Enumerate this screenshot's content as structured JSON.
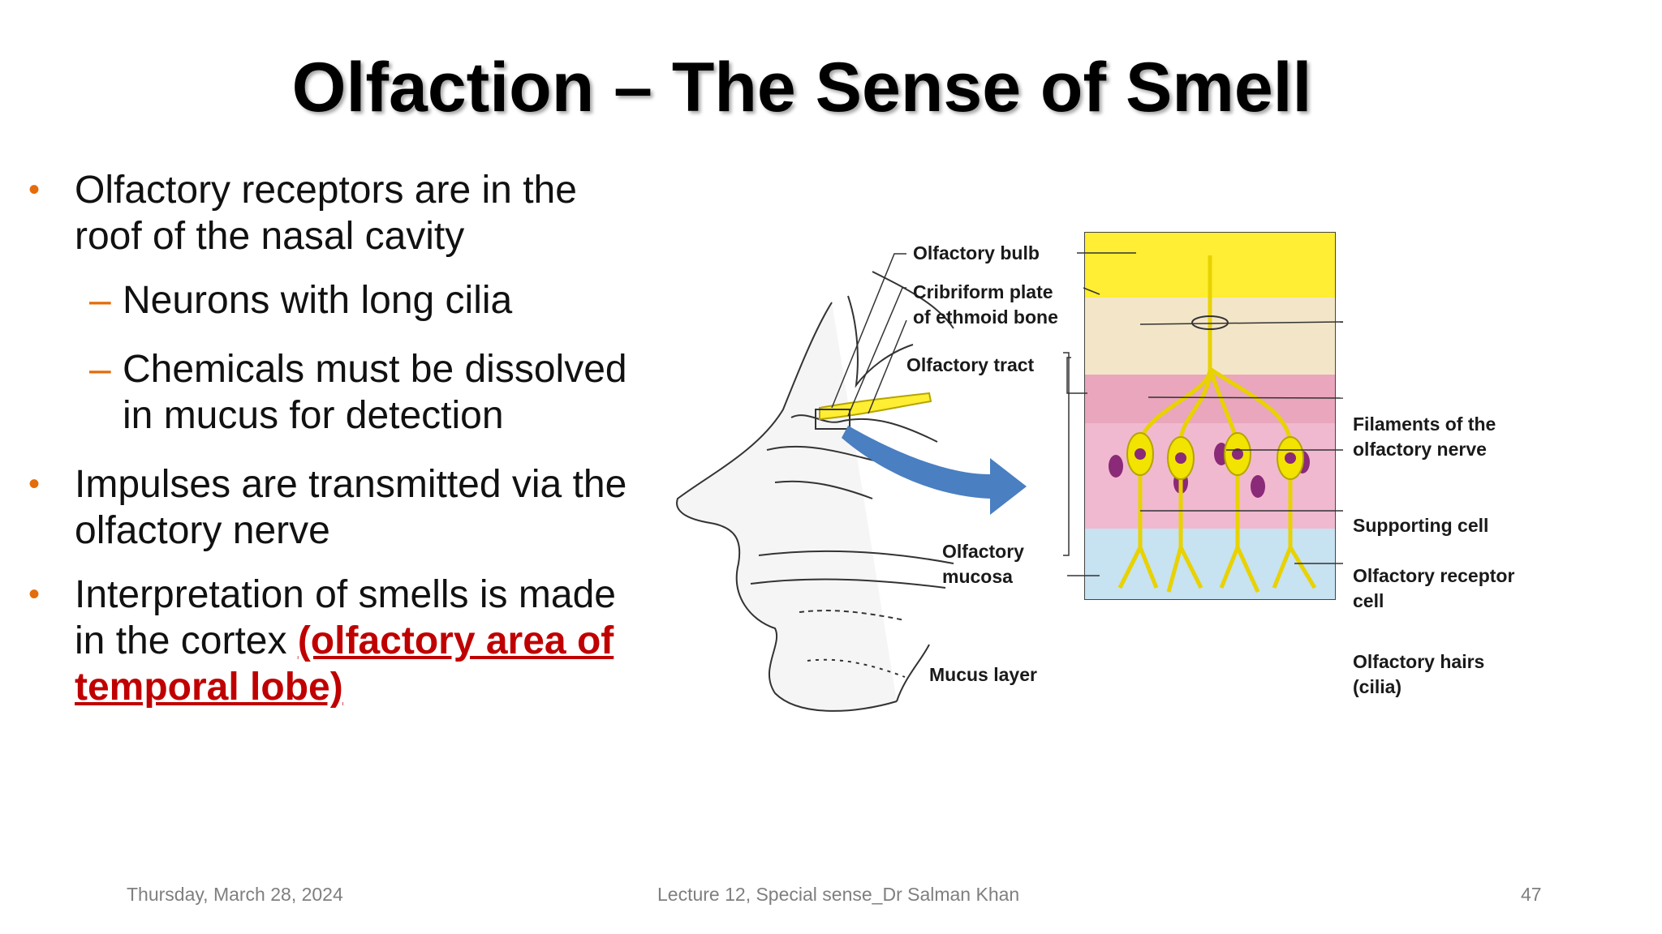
{
  "slide": {
    "title": "Olfaction – The Sense of Smell",
    "bullets": [
      {
        "text": "Olfactory receptors are in the roof of the nasal cavity",
        "subitems": [
          "Neurons with long cilia",
          "Chemicals must be dissolved in mucus for detection"
        ]
      },
      {
        "text": "Impulses are transmitted via the olfactory nerve",
        "subitems": []
      },
      {
        "text": "Interpretation of smells is made in the cortex",
        "emphasis": "(olfactory area of temporal lobe)",
        "subitems": []
      }
    ],
    "bullet_marker": "•",
    "sub_marker": "–"
  },
  "figure": {
    "labels": {
      "olfactory_bulb": "Olfactory bulb",
      "cribriform_plate": "Cribriform plate\nof ethmoid bone",
      "olfactory_tract": "Olfactory tract",
      "olfactory_mucosa": "Olfactory\nmucosa",
      "mucus_layer": "Mucus layer",
      "filaments": "Filaments of the\nolfactory nerve",
      "supporting_cell": "Supporting cell",
      "receptor_cell": "Olfactory receptor\ncell",
      "olfactory_hairs": "Olfactory hairs\n(cilia)"
    }
  },
  "footer": {
    "date": "Thursday, March 28, 2024",
    "center": "Lecture 12, Special sense_Dr Salman Khan",
    "page_number": "47"
  },
  "colors": {
    "accent_orange": "#e46c0a",
    "emphasis_red": "#c00000",
    "arrow_blue": "#4a7fc1",
    "bulb_yellow": "#ffee33",
    "mucosa_pink": "#e9a6bd",
    "nucleus_purple": "#8a2a78",
    "mucus_blue": "#c7e2f0"
  }
}
